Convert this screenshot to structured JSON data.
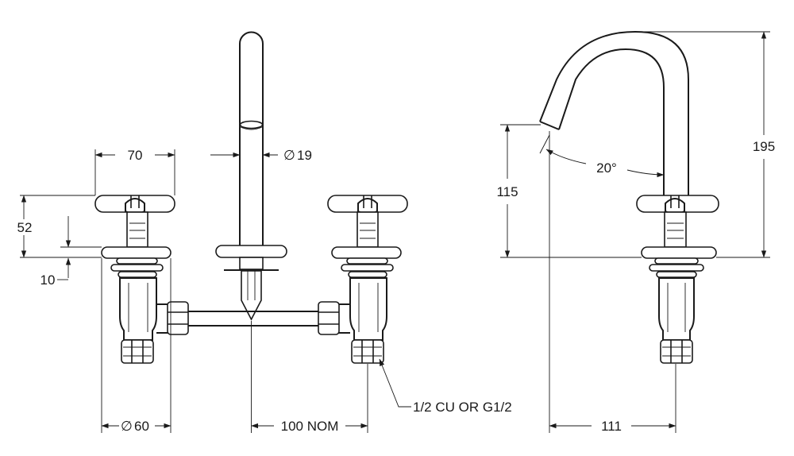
{
  "dimensions": {
    "handle_width": "70",
    "spout_diameter": "19",
    "handle_height": "52",
    "deck_thickness": "10",
    "body_diameter": "60",
    "centers": "100 NOM",
    "connection": "1/2 CU OR G1/2",
    "spout_height": "115",
    "overall_height": "195",
    "spout_angle": "20°",
    "reach": "111"
  },
  "symbols": {
    "diameter": "∅"
  }
}
